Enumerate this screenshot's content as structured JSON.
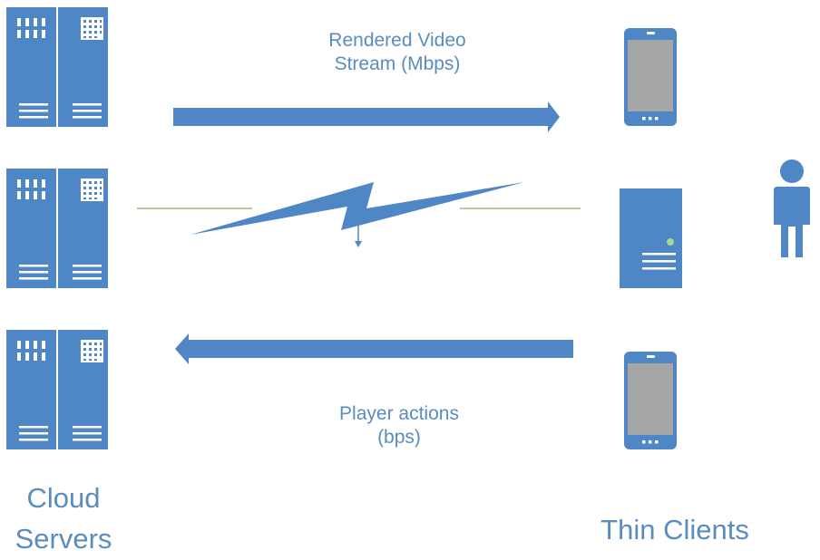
{
  "diagram": {
    "stream_label_line1": "Rendered Video",
    "stream_label_line2": "Stream (Mbps)",
    "actions_label_line1": "Player actions",
    "actions_label_line2": "(bps)",
    "servers_label_line1": "Cloud",
    "servers_label_line2": "Servers",
    "clients_label": "Thin Clients"
  },
  "icons": {
    "server_rack": "server-rack-icon",
    "smartphone": "smartphone-icon",
    "desktop": "desktop-tower-icon",
    "user": "user-person-icon",
    "lightning": "lightning-bolt-icon"
  },
  "colors": {
    "primary": "#4f86c6",
    "text": "#5a8dbf",
    "screen": "#a6a6a6",
    "connector_line": "#a5b87a",
    "led": "#a6d88f"
  }
}
